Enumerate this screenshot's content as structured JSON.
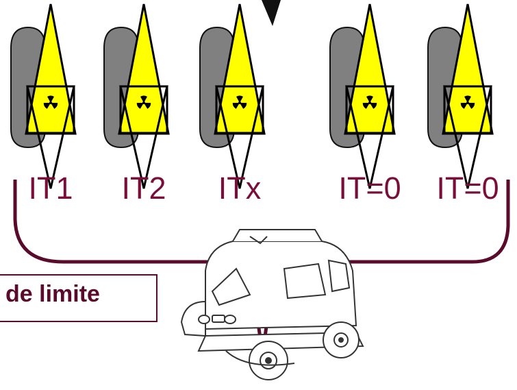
{
  "sources": [
    {
      "label": "IT1"
    },
    {
      "label": "IT2"
    },
    {
      "label": "ITx"
    },
    {
      "label": "IT=0"
    },
    {
      "label": "IT=0"
    }
  ],
  "limit_box": {
    "text": "de limite"
  },
  "colors": {
    "accent": "#5a0a2a",
    "label": "#7a0e3a",
    "cone_fill": "#ffff00",
    "cylinder_fill": "#808080"
  },
  "icons": {
    "source_cylinder": "cylinder-icon",
    "source_cone": "radiation-cone-icon",
    "trefoil": "radiation-trefoil-icon",
    "truck": "truck-icon"
  }
}
